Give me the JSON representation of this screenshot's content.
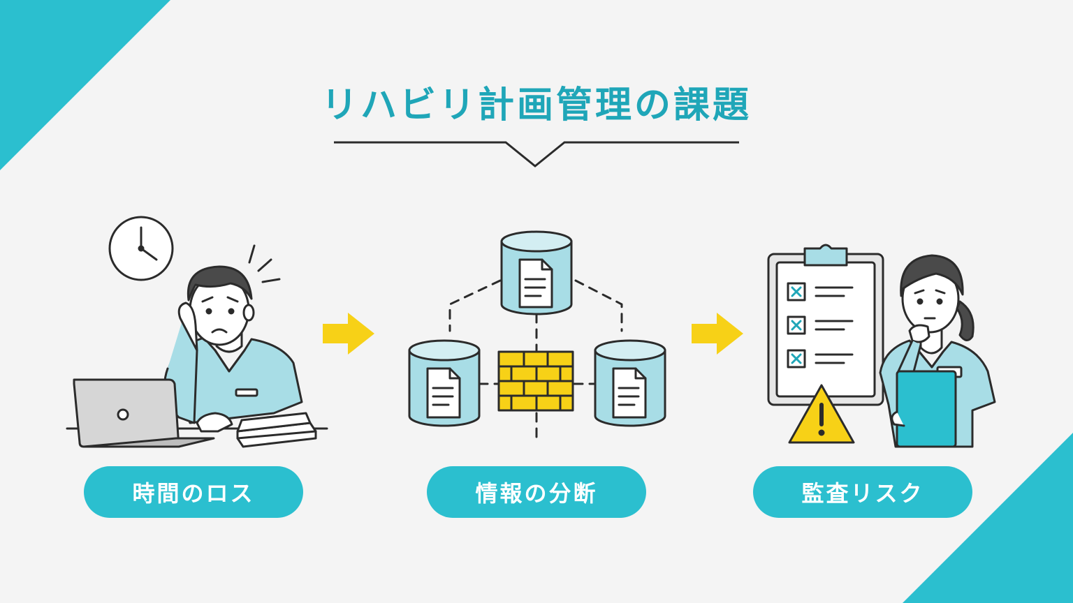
{
  "title": "リハビリ計画管理の課題",
  "colors": {
    "accent": "#2bbfcf",
    "title": "#1fa6b8",
    "arrow": "#f7d117",
    "warning": "#f7d117",
    "line": "#2b2b2b",
    "fill_light": "#a8dde6"
  },
  "steps": [
    {
      "label": "時間のロス",
      "icon": "stressed-worker-at-laptop-illustration"
    },
    {
      "label": "情報の分断",
      "icon": "siloed-databases-firewall-illustration"
    },
    {
      "label": "監査リスク",
      "icon": "checklist-warning-worried-nurse-illustration"
    }
  ]
}
